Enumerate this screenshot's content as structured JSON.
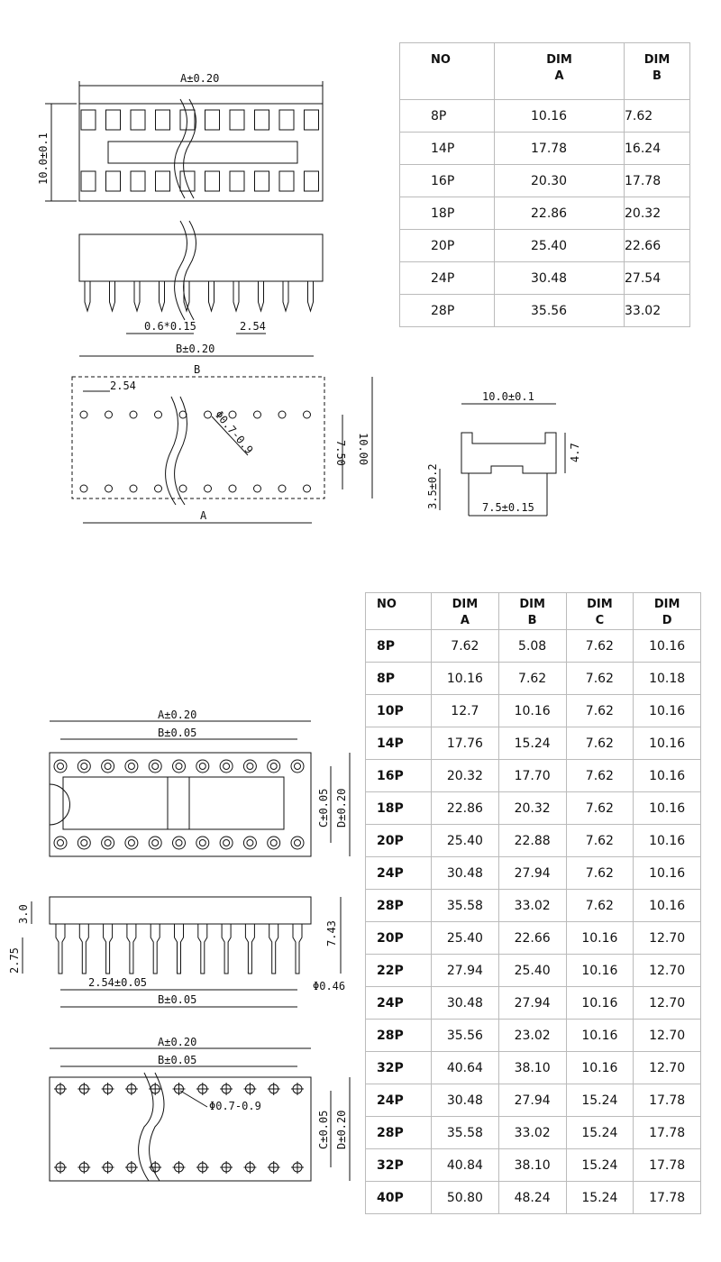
{
  "top_table": {
    "headers": [
      [
        "NO",
        ""
      ],
      [
        "DIM",
        "A"
      ],
      [
        "DIM",
        "B"
      ]
    ],
    "rows": [
      [
        "8P",
        "10.16",
        "7.62"
      ],
      [
        "14P",
        "17.78",
        "16.24"
      ],
      [
        "16P",
        "20.30",
        "17.78"
      ],
      [
        "18P",
        "22.86",
        "20.32"
      ],
      [
        "20P",
        "25.40",
        "22.66"
      ],
      [
        "24P",
        "30.48",
        "27.54"
      ],
      [
        "28P",
        "35.56",
        "33.02"
      ]
    ]
  },
  "bottom_table": {
    "headers": [
      [
        "NO",
        ""
      ],
      [
        "DIM",
        "A"
      ],
      [
        "DIM",
        "B"
      ],
      [
        "DIM",
        "C"
      ],
      [
        "DIM",
        "D"
      ]
    ],
    "rows": [
      [
        "8P",
        "7.62",
        "5.08",
        "7.62",
        "10.16"
      ],
      [
        "8P",
        "10.16",
        "7.62",
        "7.62",
        "10.18"
      ],
      [
        "10P",
        "12.7",
        "10.16",
        "7.62",
        "10.16"
      ],
      [
        "14P",
        "17.76",
        "15.24",
        "7.62",
        "10.16"
      ],
      [
        "16P",
        "20.32",
        "17.70",
        "7.62",
        "10.16"
      ],
      [
        "18P",
        "22.86",
        "20.32",
        "7.62",
        "10.16"
      ],
      [
        "20P",
        "25.40",
        "22.88",
        "7.62",
        "10.16"
      ],
      [
        "24P",
        "30.48",
        "27.94",
        "7.62",
        "10.16"
      ],
      [
        "28P",
        "35.58",
        "33.02",
        "7.62",
        "10.16"
      ],
      [
        "20P",
        "25.40",
        "22.66",
        "10.16",
        "12.70"
      ],
      [
        "22P",
        "27.94",
        "25.40",
        "10.16",
        "12.70"
      ],
      [
        "24P",
        "30.48",
        "27.94",
        "10.16",
        "12.70"
      ],
      [
        "28P",
        "35.56",
        "23.02",
        "10.16",
        "12.70"
      ],
      [
        "32P",
        "40.64",
        "38.10",
        "10.16",
        "12.70"
      ],
      [
        "24P",
        "30.48",
        "27.94",
        "15.24",
        "17.78"
      ],
      [
        "28P",
        "35.58",
        "33.02",
        "15.24",
        "17.78"
      ],
      [
        "32P",
        "40.84",
        "38.10",
        "15.24",
        "17.78"
      ],
      [
        "40P",
        "50.80",
        "48.24",
        "15.24",
        "17.78"
      ]
    ]
  },
  "drawing1": {
    "a_dim": "A±0.20",
    "height": "10.0±0.1",
    "pin_width": "0.6*0.15",
    "pitch": "2.54",
    "b_dim": "B±0.20",
    "b": "B",
    "pitch2": "2.54",
    "hole": "Φ0.7-0.9",
    "row_spacing": "7.50",
    "width": "10.00",
    "a": "A",
    "side_width": "10.0±0.1",
    "side_height": "4.7",
    "pin_len": "3.5±0.2",
    "side_row": "7.5±0.15"
  },
  "drawing2": {
    "a_dim": "A±0.20",
    "b_dim": "B±0.05",
    "c_dim": "C±0.05",
    "d_dim": "D±0.20",
    "body_h": "3.0",
    "total_h": "7.43",
    "pin_h": "2.75",
    "pitch": "2.54±0.05",
    "b_dim2": "B±0.05",
    "pin_dia": "Φ0.46",
    "a_dim3": "A±0.20",
    "b_dim3": "B±0.05",
    "hole": "Φ0.7-0.9",
    "c_dim3": "C±0.05",
    "d_dim3": "D±0.20"
  }
}
